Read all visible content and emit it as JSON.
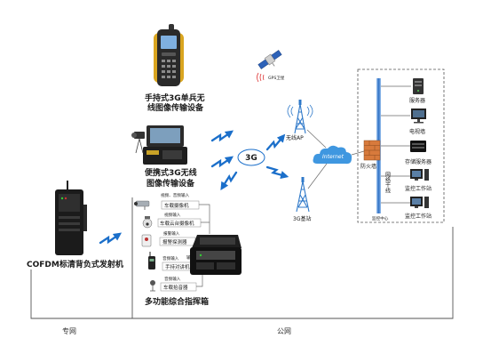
{
  "diagram": {
    "handheld": {
      "line1": "手持式3G单兵无",
      "line2": "线图像传输设备"
    },
    "gps_label": "GPS卫星",
    "portable": {
      "line1": "便携式3G无线",
      "line2": "图像传输设备"
    },
    "hub_label": "3G",
    "ap_label": "无线AP",
    "internet_label": "Internet",
    "base_station_label": "3G基站",
    "firewall_label": "防火墙",
    "backbone_label": "网络干线",
    "center_label": "监控中心",
    "center_devices": [
      {
        "label": "服务器",
        "icon": "server-icon"
      },
      {
        "label": "电视墙",
        "icon": "tv-wall-icon"
      },
      {
        "label": "存储服务器",
        "icon": "storage-server-icon"
      },
      {
        "label": "监控工作站",
        "icon": "workstation-icon"
      },
      {
        "label": "监控工作站",
        "icon": "workstation-icon"
      }
    ],
    "cofdm_label": "COFDM标清背负式发射机",
    "peripherals": {
      "av_input": "视频、音频输入",
      "vehicle_camera": "车载摄像机",
      "video_input": "视频输入",
      "ptz_camera": "车载云台摄像机",
      "alarm_input": "报警输入",
      "alarm_detector": "报警探测器",
      "audio_input_1": "音频输入",
      "output": "输出",
      "walkie_talkie": "手持对讲机",
      "audio_input_2": "音频输入",
      "pickup": "车载拾音器"
    },
    "command_box_label": "多功能综合指挥箱",
    "private_network_label": "专网",
    "public_network_label": "公网"
  },
  "colors": {
    "link_blue": "#1b6fca",
    "tower_blue": "#2f79c9",
    "cloud_blue": "#3f97e0",
    "firewall_orange": "#d87a3c"
  }
}
